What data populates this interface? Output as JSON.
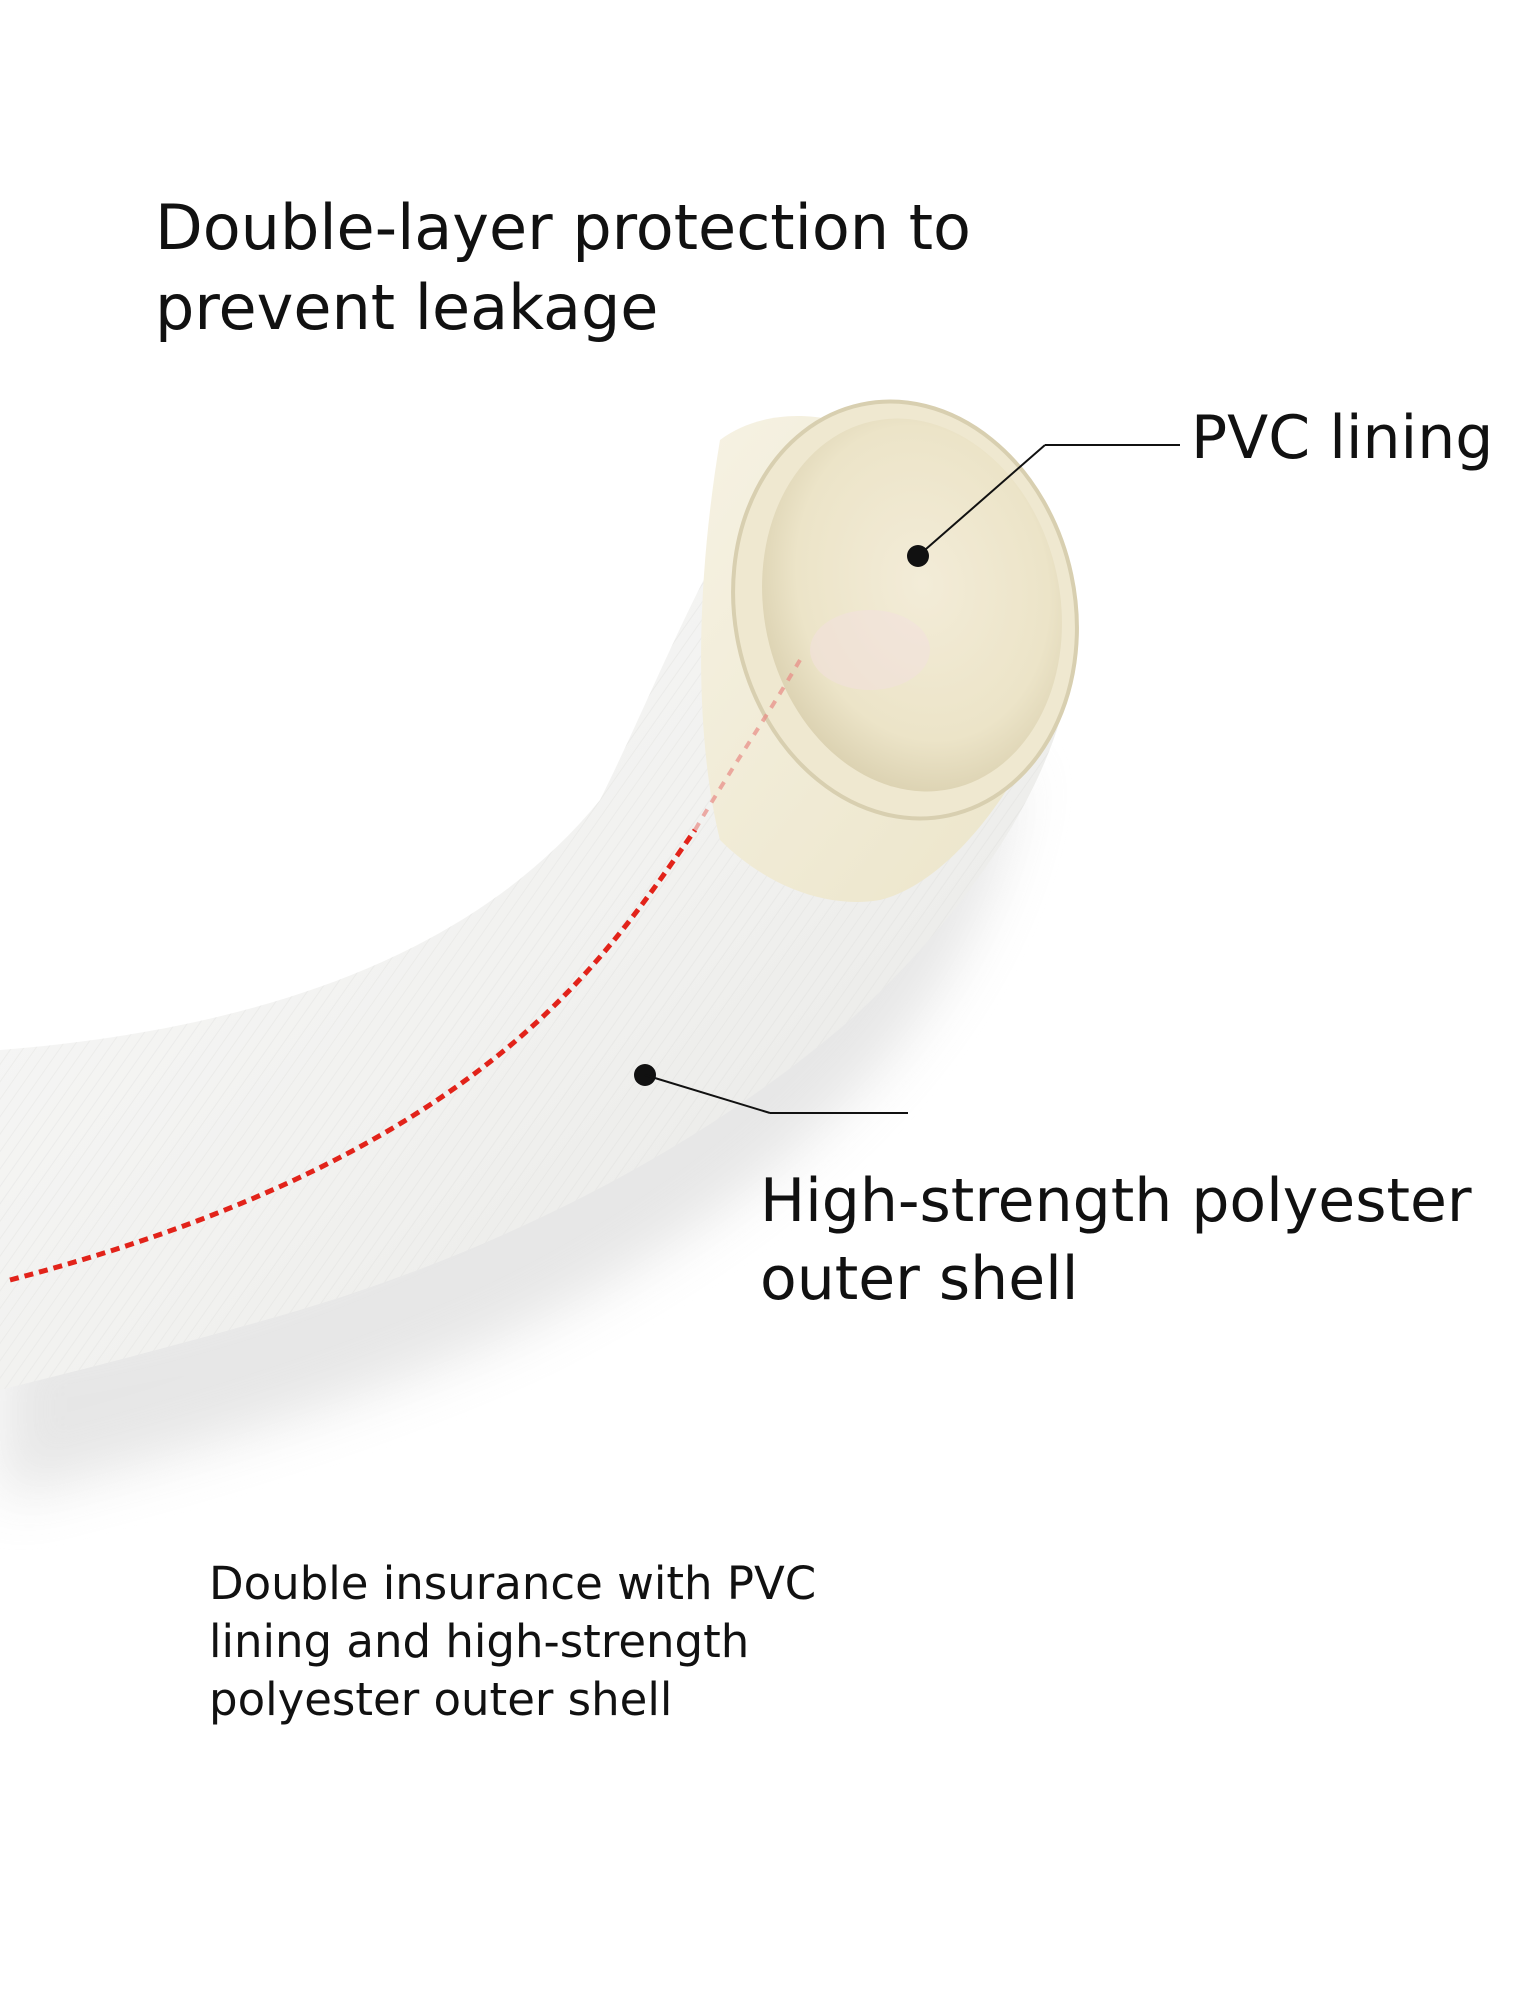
{
  "heading": {
    "line1": "Double-layer protection to",
    "line2": "prevent leakage"
  },
  "callouts": {
    "pvc_lining": "PVC lining",
    "outer_shell_line1": "High-strength polyester",
    "outer_shell_line2": "outer shell"
  },
  "caption": {
    "line1": "Double insurance with PVC",
    "line2": "lining and high-strength",
    "line3": "polyester outer shell"
  },
  "colors": {
    "background": "#ffffff",
    "hose_fabric": "#f4f4f2",
    "pvc_lining": "#f1ecd8",
    "seam_red": "#e2231a",
    "text": "#111111"
  }
}
